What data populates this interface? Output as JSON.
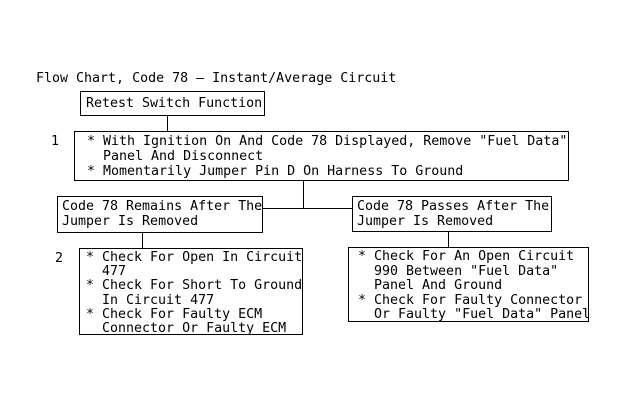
{
  "title": "Flow Chart, Code 78 – Instant/Average Circuit",
  "colors": {
    "background": "#ffffff",
    "border": "#000000",
    "text": "#000000"
  },
  "flowchart": {
    "retest_box": {
      "label": "Retest Switch Function"
    },
    "step1": {
      "number": "1",
      "lines": [
        "* With Ignition On And Code 78 Displayed, Remove \"Fuel Data\"",
        "  Panel And Disconnect",
        "* Momentarily Jumper Pin D On Harness To Ground"
      ]
    },
    "branch_remains": {
      "lines": [
        "Code 78 Remains After The",
        "Jumper Is Removed"
      ]
    },
    "branch_passes": {
      "lines": [
        "Code 78 Passes After The",
        "Jumper Is Removed"
      ]
    },
    "step2": {
      "number": "2",
      "lines": [
        "* Check For Open In Circuit",
        "  477",
        "* Check For Short To Ground",
        "  In Circuit 477",
        "* Check For Faulty ECM",
        "  Connector Or Faulty ECM"
      ]
    },
    "passes_actions": {
      "lines": [
        "* Check For An Open Circuit",
        "  990 Between \"Fuel Data\"",
        "  Panel And Ground",
        "* Check For Faulty Connector",
        "  Or Faulty \"Fuel Data\" Panel"
      ]
    }
  }
}
